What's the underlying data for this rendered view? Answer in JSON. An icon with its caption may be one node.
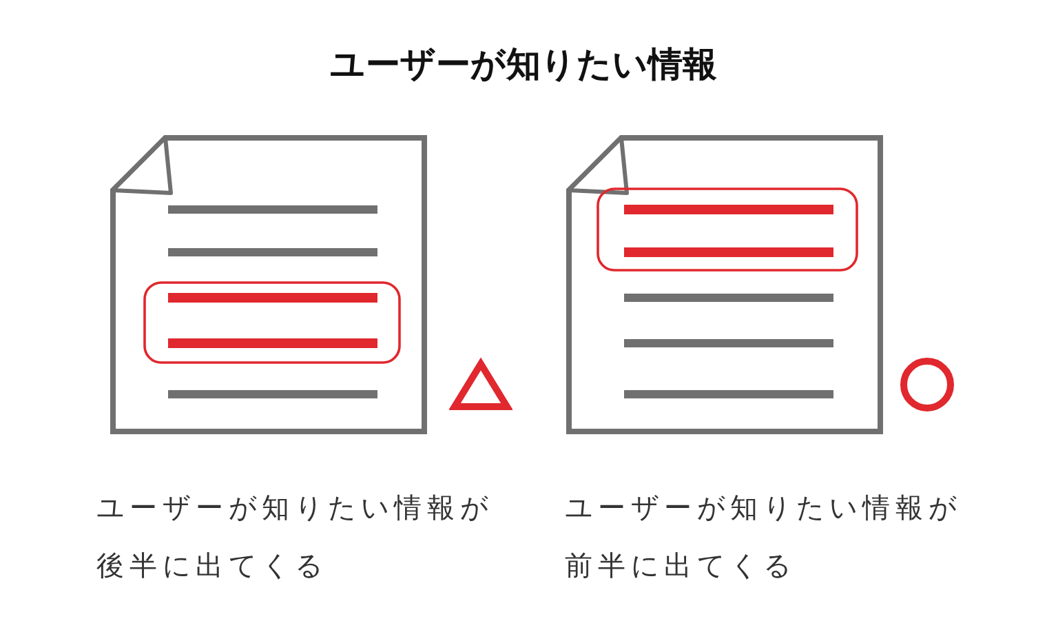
{
  "diagram": {
    "title": "ユーザーが知りたい情報",
    "labels": [
      "ユーザーが知りたい情報が後半に出てくる",
      "ユーザーが知りたい情報が前半に出てくる"
    ]
  }
}
